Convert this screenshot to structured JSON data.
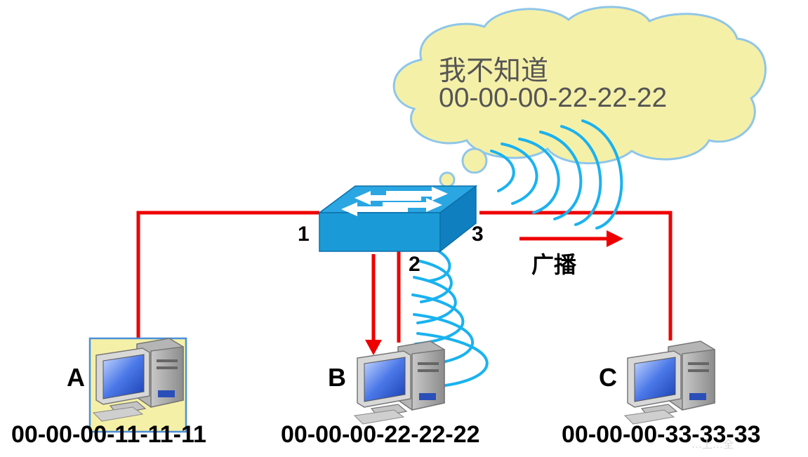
{
  "cloud": {
    "line1": "我不知道",
    "line2": "00-00-00-22-22-22"
  },
  "switch": {
    "ports": {
      "p1": "1",
      "p2": "2",
      "p3": "3"
    }
  },
  "broadcast": {
    "label": "广播"
  },
  "hosts": [
    {
      "letter": "A",
      "mac": "00-00-00-11-11-11"
    },
    {
      "letter": "B",
      "mac": "00-00-00-22-22-22"
    },
    {
      "letter": "C",
      "mac": "00-00-00-33-33-33"
    }
  ],
  "watermark": "…上…全",
  "colors": {
    "link": "#ee0000",
    "switch": "#1a9bd7",
    "waves": "#1ab2ef",
    "cloud_fill": "#f5f0a8",
    "cloud_stroke": "#8fc6e8"
  }
}
